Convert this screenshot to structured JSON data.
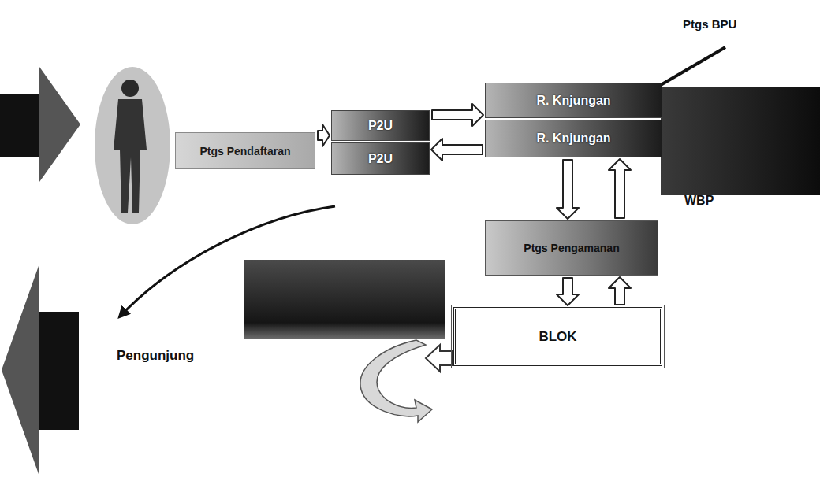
{
  "diagram": {
    "nodes": [
      {
        "text": [
          "Ptgs Pendaftaran"
        ]
      },
      {
        "text": [
          "P2U"
        ]
      },
      {
        "text": [
          "P2U"
        ]
      },
      {
        "text": [
          "R. Knjungan"
        ]
      },
      {
        "text": [
          "R. Knjungan"
        ]
      },
      {
        "text": [
          "Ptgs Pengamanan"
        ]
      },
      {
        "text": [
          "BLOK"
        ]
      }
    ],
    "edges": [
      {
        "from": 0,
        "to": 1,
        "arrow": "to"
      },
      {
        "from": 1,
        "to": 3,
        "arrow": "to"
      },
      {
        "from": 4,
        "to": 2,
        "arrow": "to"
      },
      {
        "from": 4,
        "to": 5,
        "arrow": "to"
      },
      {
        "from": 5,
        "to": 4,
        "arrow": "to"
      },
      {
        "from": 5,
        "to": 6,
        "arrow": "to"
      },
      {
        "from": 6,
        "to": 5,
        "arrow": "to"
      }
    ],
    "labels": [
      "Ptgs BPU",
      "WBP",
      "Pengunjung"
    ]
  }
}
